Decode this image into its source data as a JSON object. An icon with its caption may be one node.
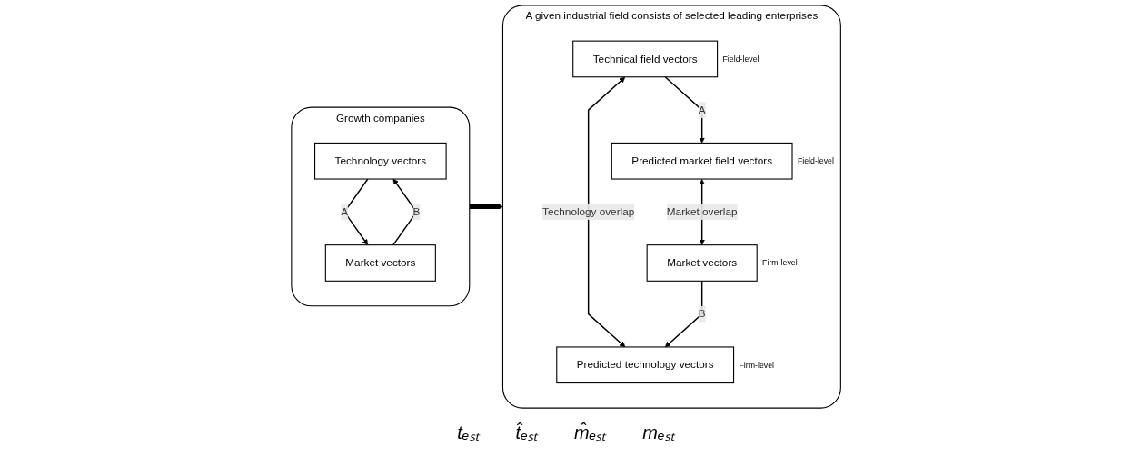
{
  "diagram": {
    "nodes": [
      {
        "text": [
          "Growth companies"
        ]
      },
      {
        "text": [
          "Technology vectors"
        ],
        "in": 0
      },
      {
        "text": [
          "Market vectors"
        ],
        "in": 0
      },
      {
        "text": [
          "A given industrial field consists of selected leading enterprises"
        ]
      },
      {
        "text": [
          "Technical field vectors"
        ],
        "in": 3,
        "beside": [
          "Field-level"
        ]
      },
      {
        "text": [
          "Predicted technology vectors"
        ],
        "in": 3,
        "beside": [
          "Firm-level"
        ]
      },
      {
        "text": [
          "Predicted market field vectors"
        ],
        "in": 3,
        "beside": [
          "Field-level"
        ]
      },
      {
        "text": [
          "Market vectors"
        ],
        "in": 3,
        "beside": [
          "Firm-level"
        ]
      }
    ],
    "edges": [
      {
        "from": 2,
        "to": 1,
        "arrow": "to",
        "label": "B"
      },
      {
        "from": 1,
        "to": 2,
        "arrow": "to",
        "label": "A"
      },
      {
        "from": 0,
        "to": 3,
        "arrow": "to",
        "style": "thick"
      },
      {
        "from": 4,
        "to": 5,
        "arrow": "both",
        "label": "Technology overlap"
      },
      {
        "from": 4,
        "to": 6,
        "arrow": "to",
        "label": "A"
      },
      {
        "from": 7,
        "to": 5,
        "arrow": "to",
        "label": "B"
      },
      {
        "from": 6,
        "to": 7,
        "arrow": "both",
        "label": "Market overlap"
      }
    ],
    "labels": [
      "tₑₛₜ",
      "t̂ₑₛₜ",
      "m̂ₑₛₜ",
      "mₑₛₜ"
    ]
  }
}
